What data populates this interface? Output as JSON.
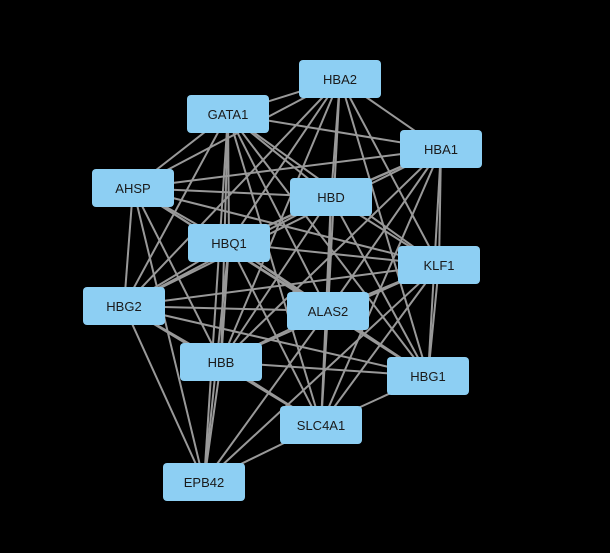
{
  "colors": {
    "background": "#000000",
    "node_fill": "#8dcff3",
    "edge": "#999999",
    "label": "#1a1a1a"
  },
  "nodes": [
    {
      "id": "HBA2",
      "label": "HBA2"
    },
    {
      "id": "GATA1",
      "label": "GATA1"
    },
    {
      "id": "HBA1",
      "label": "HBA1"
    },
    {
      "id": "AHSP",
      "label": "AHSP"
    },
    {
      "id": "HBD",
      "label": "HBD"
    },
    {
      "id": "HBQ1",
      "label": "HBQ1"
    },
    {
      "id": "KLF1",
      "label": "KLF1"
    },
    {
      "id": "HBG2",
      "label": "HBG2"
    },
    {
      "id": "ALAS2",
      "label": "ALAS2"
    },
    {
      "id": "HBB",
      "label": "HBB"
    },
    {
      "id": "HBG1",
      "label": "HBG1"
    },
    {
      "id": "SLC4A1",
      "label": "SLC4A1"
    },
    {
      "id": "EPB42",
      "label": "EPB42"
    }
  ],
  "edges": [
    [
      "HBA2",
      "GATA1"
    ],
    [
      "HBA2",
      "HBA1"
    ],
    [
      "HBA2",
      "HBD"
    ],
    [
      "HBA2",
      "HBQ1"
    ],
    [
      "HBA2",
      "KLF1"
    ],
    [
      "HBA2",
      "ALAS2"
    ],
    [
      "HBA2",
      "HBB"
    ],
    [
      "HBA2",
      "HBG1"
    ],
    [
      "HBA2",
      "AHSP"
    ],
    [
      "HBA2",
      "HBG2"
    ],
    [
      "GATA1",
      "HBA1"
    ],
    [
      "GATA1",
      "HBD"
    ],
    [
      "GATA1",
      "HBQ1"
    ],
    [
      "GATA1",
      "KLF1"
    ],
    [
      "GATA1",
      "ALAS2"
    ],
    [
      "GATA1",
      "HBB"
    ],
    [
      "GATA1",
      "HBG1"
    ],
    [
      "GATA1",
      "SLC4A1"
    ],
    [
      "GATA1",
      "EPB42"
    ],
    [
      "GATA1",
      "AHSP"
    ],
    [
      "GATA1",
      "HBG2"
    ],
    [
      "HBA1",
      "AHSP"
    ],
    [
      "HBA1",
      "HBD"
    ],
    [
      "HBA1",
      "HBQ1"
    ],
    [
      "HBA1",
      "KLF1"
    ],
    [
      "HBA1",
      "ALAS2"
    ],
    [
      "HBA1",
      "HBB"
    ],
    [
      "HBA1",
      "HBG1"
    ],
    [
      "HBA1",
      "HBG2"
    ],
    [
      "HBA1",
      "SLC4A1"
    ],
    [
      "AHSP",
      "HBD"
    ],
    [
      "AHSP",
      "HBQ1"
    ],
    [
      "AHSP",
      "HBB"
    ],
    [
      "AHSP",
      "ALAS2"
    ],
    [
      "AHSP",
      "HBG2"
    ],
    [
      "AHSP",
      "HBG1"
    ],
    [
      "AHSP",
      "EPB42"
    ],
    [
      "AHSP",
      "KLF1"
    ],
    [
      "HBD",
      "HBQ1"
    ],
    [
      "HBD",
      "KLF1"
    ],
    [
      "HBD",
      "ALAS2"
    ],
    [
      "HBD",
      "HBB"
    ],
    [
      "HBD",
      "HBG1"
    ],
    [
      "HBD",
      "HBG2"
    ],
    [
      "HBD",
      "SLC4A1"
    ],
    [
      "HBQ1",
      "KLF1"
    ],
    [
      "HBQ1",
      "ALAS2"
    ],
    [
      "HBQ1",
      "HBB"
    ],
    [
      "HBQ1",
      "HBG1"
    ],
    [
      "HBQ1",
      "HBG2"
    ],
    [
      "HBQ1",
      "SLC4A1"
    ],
    [
      "HBQ1",
      "EPB42"
    ],
    [
      "KLF1",
      "ALAS2"
    ],
    [
      "KLF1",
      "HBB"
    ],
    [
      "KLF1",
      "HBG1"
    ],
    [
      "KLF1",
      "HBG2"
    ],
    [
      "KLF1",
      "SLC4A1"
    ],
    [
      "KLF1",
      "EPB42"
    ],
    [
      "HBG2",
      "ALAS2"
    ],
    [
      "HBG2",
      "HBB"
    ],
    [
      "HBG2",
      "HBG1"
    ],
    [
      "HBG2",
      "SLC4A1"
    ],
    [
      "HBG2",
      "EPB42"
    ],
    [
      "ALAS2",
      "HBB"
    ],
    [
      "ALAS2",
      "HBG1"
    ],
    [
      "ALAS2",
      "SLC4A1"
    ],
    [
      "ALAS2",
      "EPB42"
    ],
    [
      "HBB",
      "HBG1"
    ],
    [
      "HBB",
      "SLC4A1"
    ],
    [
      "HBB",
      "EPB42"
    ],
    [
      "HBG1",
      "SLC4A1"
    ],
    [
      "SLC4A1",
      "EPB42"
    ]
  ]
}
